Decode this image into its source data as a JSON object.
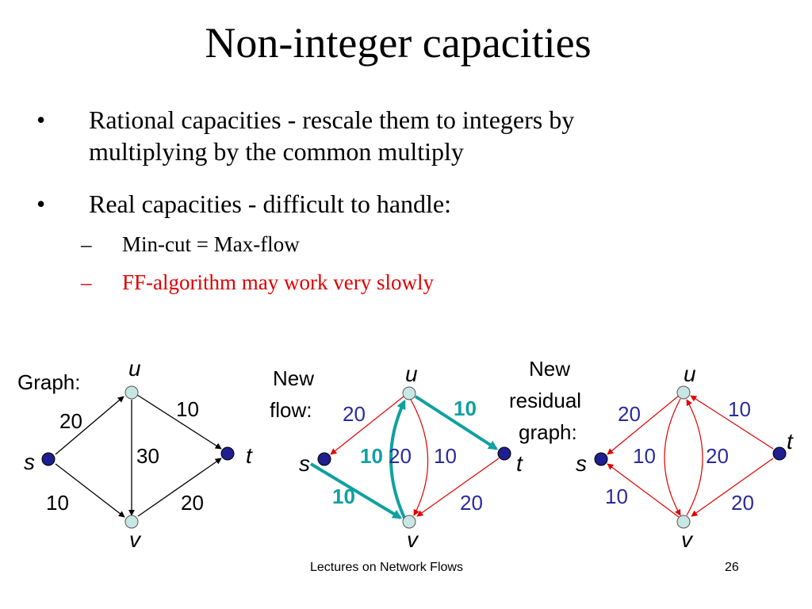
{
  "slide": {
    "title": "Non-integer capacities",
    "bullets": [
      {
        "marker": "•",
        "line1": "Rational capacities - rescale them to integers by",
        "line2": "multiplying by the common multiply"
      },
      {
        "marker": "•",
        "line1": "Real capacities - difficult to handle:"
      }
    ],
    "subbullets": [
      {
        "marker": "–",
        "text": "Min-cut = Max-flow",
        "color": "#000000"
      },
      {
        "marker": "–",
        "text": "FF-algorithm may work very slowly",
        "color": "#e00000"
      }
    ],
    "footer_text": "Lectures on Network Flows",
    "page_number": "26"
  },
  "colors": {
    "edge_black": "#000000",
    "edge_red": "#e00000",
    "flow_teal": "#10a0a0",
    "node_blue": "#1f1f8f",
    "node_light": "#c8e6e4",
    "label_blue": "#2b2b9a"
  },
  "diagrams": {
    "graph": {
      "caption": "Graph:",
      "node_labels": {
        "s": "s",
        "u": "u",
        "v": "v",
        "t": "t"
      },
      "capacities": {
        "su": "20",
        "ut": "10",
        "uv": "30",
        "sv": "10",
        "vt": "20"
      }
    },
    "new_flow": {
      "caption_line1": "New",
      "caption_line2": "flow:",
      "node_labels": {
        "s": "s",
        "u": "u",
        "v": "v",
        "t": "t"
      },
      "labels": {
        "us": "20",
        "ut": "10",
        "sv": "10",
        "vu_flow": "10",
        "uv": "20",
        "vu": "10",
        "tv": "20"
      }
    },
    "new_residual": {
      "caption_line1": "New",
      "caption_line2": "residual",
      "caption_line3": "graph:",
      "node_labels": {
        "s": "s",
        "u": "u",
        "v": "v",
        "t": "t"
      },
      "labels": {
        "us": "20",
        "tu": "10",
        "uv": "10",
        "vu": "20",
        "vs": "10",
        "tv": "20"
      }
    }
  }
}
